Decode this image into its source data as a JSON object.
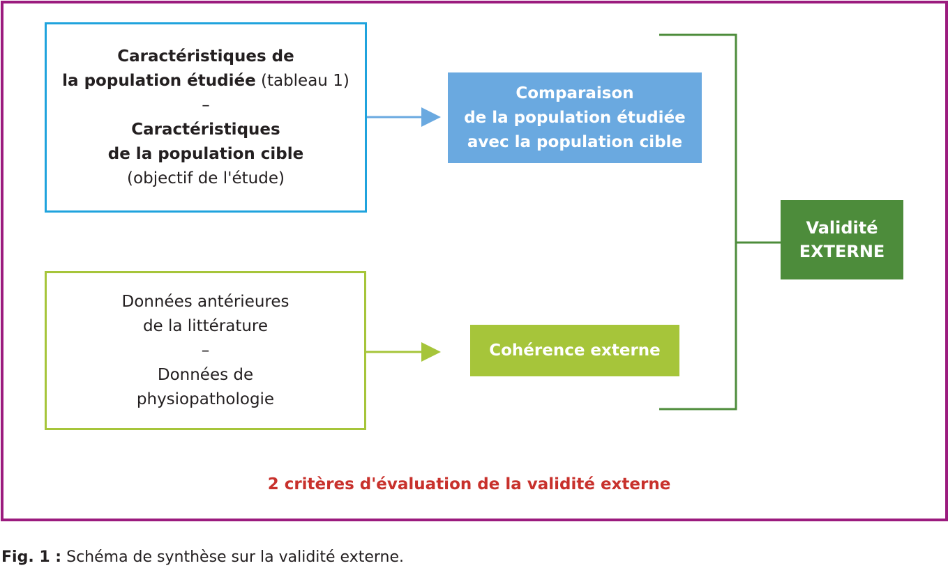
{
  "box_population": {
    "line1": "Caractéristiques de",
    "line2_bold": "la population étudiée",
    "line2_normal": " (tableau 1)",
    "dash": "–",
    "line3": "Caractéristiques",
    "line4": "de la population cible",
    "line5": "(objectif de l'étude)"
  },
  "box_litterature": {
    "line1": "Données antérieures",
    "line2": "de la littérature",
    "dash": "–",
    "line3": "Données de",
    "line4": "physiopathologie"
  },
  "box_comparaison": {
    "line1": "Comparaison",
    "line2": "de la population étudiée",
    "line3": "avec la population cible"
  },
  "box_coherence": {
    "label": "Cohérence externe"
  },
  "box_validite": {
    "line1": "Validité",
    "line2": "EXTERNE"
  },
  "subtitle": "2 critères d'évaluation de la validité externe",
  "figure_caption": {
    "label": "Fig. 1 :",
    "text": " Schéma de synthèse sur la validité externe."
  },
  "colors": {
    "frame": "#9b1b7e",
    "blue_outline": "#1fa3dd",
    "blue_fill": "#6aa9e0",
    "green_light": "#a6c53a",
    "green_dark": "#4d8c3b",
    "red_text": "#c8312c"
  }
}
